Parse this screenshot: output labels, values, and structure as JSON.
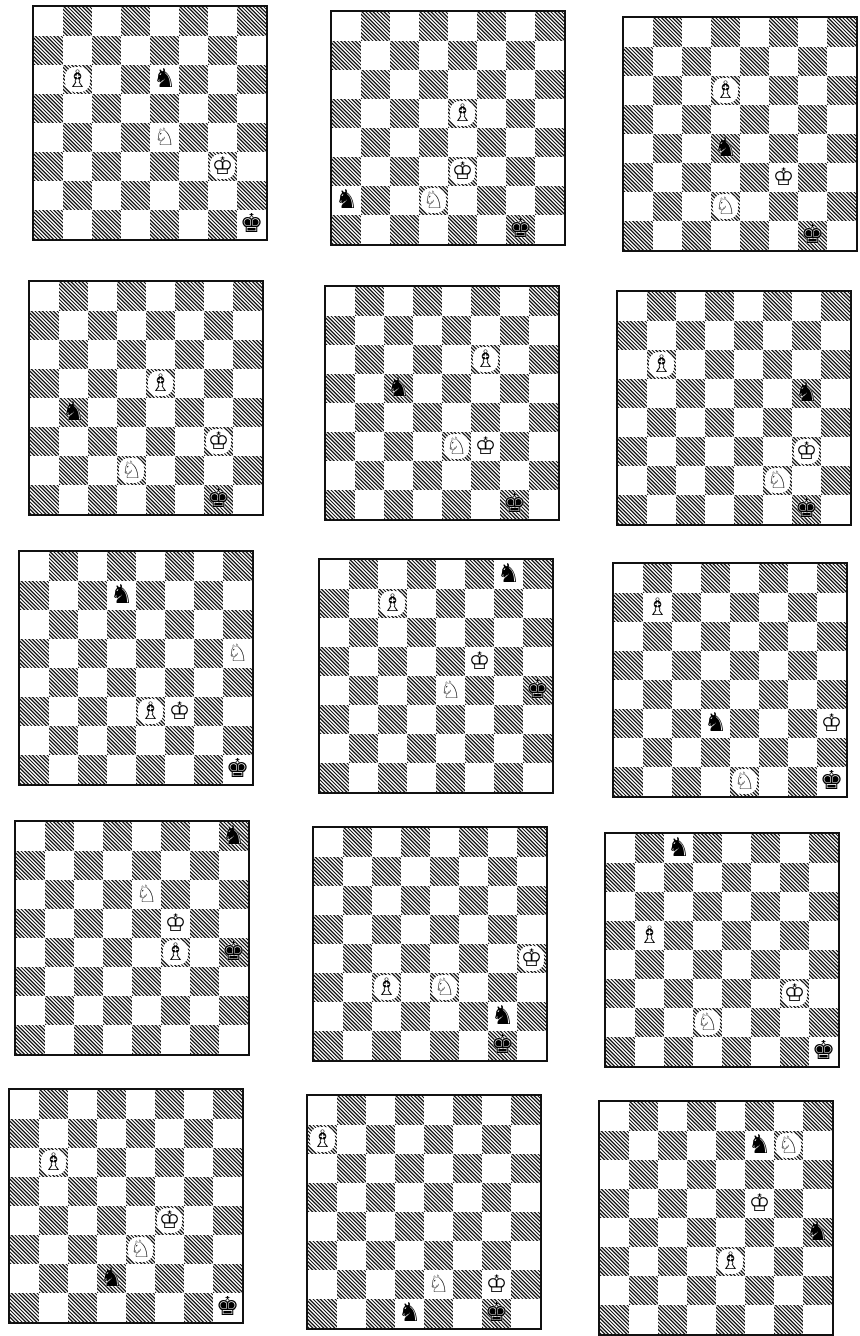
{
  "boards": [
    {
      "pieces": [
        {
          "square": "b6",
          "type": "bishop",
          "color": "white"
        },
        {
          "square": "e6",
          "type": "knight",
          "color": "black"
        },
        {
          "square": "e4",
          "type": "knight",
          "color": "white"
        },
        {
          "square": "g3",
          "type": "king",
          "color": "white"
        },
        {
          "square": "h1",
          "type": "king",
          "color": "black"
        }
      ]
    },
    {
      "pieces": [
        {
          "square": "e5",
          "type": "bishop",
          "color": "white"
        },
        {
          "square": "e3",
          "type": "king",
          "color": "white"
        },
        {
          "square": "a2",
          "type": "knight",
          "color": "black"
        },
        {
          "square": "d2",
          "type": "knight",
          "color": "white"
        },
        {
          "square": "g1",
          "type": "king",
          "color": "black"
        }
      ]
    },
    {
      "pieces": [
        {
          "square": "d6",
          "type": "bishop",
          "color": "white"
        },
        {
          "square": "d4",
          "type": "knight",
          "color": "black"
        },
        {
          "square": "f3",
          "type": "king",
          "color": "white"
        },
        {
          "square": "d2",
          "type": "knight",
          "color": "white"
        },
        {
          "square": "g1",
          "type": "king",
          "color": "black"
        }
      ]
    },
    {
      "pieces": [
        {
          "square": "e5",
          "type": "bishop",
          "color": "white"
        },
        {
          "square": "b4",
          "type": "knight",
          "color": "black"
        },
        {
          "square": "g3",
          "type": "king",
          "color": "white"
        },
        {
          "square": "d2",
          "type": "knight",
          "color": "white"
        },
        {
          "square": "g1",
          "type": "king",
          "color": "black"
        }
      ]
    },
    {
      "pieces": [
        {
          "square": "f6",
          "type": "bishop",
          "color": "white"
        },
        {
          "square": "c5",
          "type": "knight",
          "color": "black"
        },
        {
          "square": "f3",
          "type": "king",
          "color": "white"
        },
        {
          "square": "e3",
          "type": "knight",
          "color": "white"
        },
        {
          "square": "g1",
          "type": "king",
          "color": "black"
        }
      ]
    },
    {
      "pieces": [
        {
          "square": "b6",
          "type": "bishop",
          "color": "white"
        },
        {
          "square": "g5",
          "type": "knight",
          "color": "black"
        },
        {
          "square": "g3",
          "type": "king",
          "color": "white"
        },
        {
          "square": "f2",
          "type": "knight",
          "color": "white"
        },
        {
          "square": "g1",
          "type": "king",
          "color": "black"
        }
      ]
    },
    {
      "pieces": [
        {
          "square": "d7",
          "type": "knight",
          "color": "black"
        },
        {
          "square": "h5",
          "type": "knight",
          "color": "white"
        },
        {
          "square": "e3",
          "type": "bishop",
          "color": "white"
        },
        {
          "square": "f3",
          "type": "king",
          "color": "white"
        },
        {
          "square": "h1",
          "type": "king",
          "color": "black"
        }
      ]
    },
    {
      "pieces": [
        {
          "square": "g8",
          "type": "knight",
          "color": "black"
        },
        {
          "square": "c7",
          "type": "bishop",
          "color": "white"
        },
        {
          "square": "f5",
          "type": "king",
          "color": "white"
        },
        {
          "square": "e4",
          "type": "knight",
          "color": "white"
        },
        {
          "square": "h4",
          "type": "king",
          "color": "black"
        }
      ]
    },
    {
      "pieces": [
        {
          "square": "b7",
          "type": "bishop",
          "color": "white"
        },
        {
          "square": "d3",
          "type": "knight",
          "color": "black"
        },
        {
          "square": "h3",
          "type": "king",
          "color": "white"
        },
        {
          "square": "e1",
          "type": "knight",
          "color": "white"
        },
        {
          "square": "h1",
          "type": "king",
          "color": "black"
        }
      ]
    },
    {
      "pieces": [
        {
          "square": "h8",
          "type": "knight",
          "color": "black"
        },
        {
          "square": "e6",
          "type": "knight",
          "color": "white"
        },
        {
          "square": "f5",
          "type": "king",
          "color": "white"
        },
        {
          "square": "f4",
          "type": "bishop",
          "color": "white"
        },
        {
          "square": "h4",
          "type": "king",
          "color": "black"
        }
      ]
    },
    {
      "pieces": [
        {
          "square": "h4",
          "type": "king",
          "color": "white"
        },
        {
          "square": "c3",
          "type": "bishop",
          "color": "white"
        },
        {
          "square": "e3",
          "type": "knight",
          "color": "white"
        },
        {
          "square": "g2",
          "type": "knight",
          "color": "black"
        },
        {
          "square": "g1",
          "type": "king",
          "color": "black"
        }
      ]
    },
    {
      "pieces": [
        {
          "square": "c8",
          "type": "knight",
          "color": "black"
        },
        {
          "square": "b5",
          "type": "bishop",
          "color": "white"
        },
        {
          "square": "g3",
          "type": "king",
          "color": "white"
        },
        {
          "square": "d2",
          "type": "knight",
          "color": "white"
        },
        {
          "square": "h1",
          "type": "king",
          "color": "black"
        }
      ]
    },
    {
      "pieces": [
        {
          "square": "b6",
          "type": "bishop",
          "color": "white"
        },
        {
          "square": "f4",
          "type": "king",
          "color": "white"
        },
        {
          "square": "e3",
          "type": "knight",
          "color": "white"
        },
        {
          "square": "d2",
          "type": "knight",
          "color": "black"
        },
        {
          "square": "h1",
          "type": "king",
          "color": "black"
        }
      ]
    },
    {
      "pieces": [
        {
          "square": "a7",
          "type": "bishop",
          "color": "white"
        },
        {
          "square": "e2",
          "type": "knight",
          "color": "white"
        },
        {
          "square": "g2",
          "type": "king",
          "color": "white"
        },
        {
          "square": "d1",
          "type": "knight",
          "color": "black"
        },
        {
          "square": "g1",
          "type": "king",
          "color": "black"
        }
      ]
    },
    {
      "pieces": [
        {
          "square": "f7",
          "type": "knight",
          "color": "black"
        },
        {
          "square": "g7",
          "type": "knight",
          "color": "white"
        },
        {
          "square": "f5",
          "type": "king",
          "color": "white"
        },
        {
          "square": "h4",
          "type": "knight",
          "color": "black"
        },
        {
          "square": "e3",
          "type": "bishop",
          "color": "white"
        }
      ]
    }
  ]
}
